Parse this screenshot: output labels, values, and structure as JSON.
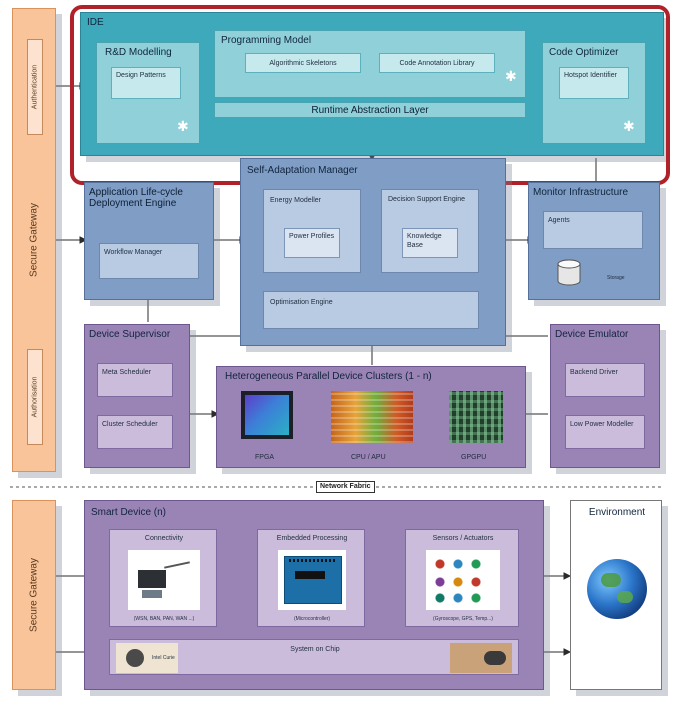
{
  "gateway_top": {
    "label": "Secure Gateway",
    "auth_top": "Authentication",
    "auth_bottom": "Authorisation"
  },
  "gateway_bottom": {
    "label": "Secure Gateway"
  },
  "ide": {
    "title": "IDE",
    "rd": {
      "title": "R&D Modelling",
      "item": "Design Patterns"
    },
    "prog": {
      "title": "Programming Model",
      "item1": "Algorithmic Skeletons",
      "item2": "Code Annotation Library"
    },
    "runtime": "Runtime Abstraction Layer",
    "optimizer": {
      "title": "Code Optimizer",
      "item": "Hotspot Identifier"
    }
  },
  "alde": {
    "title": "Application Life-cycle Deployment Engine",
    "item": "Workflow Manager"
  },
  "sam": {
    "title": "Self-Adaptation Manager",
    "energy": {
      "title": "Energy Modeller",
      "item": "Power Profiles"
    },
    "dss": {
      "title": "Decision Support Engine",
      "item": "Knowledge Base"
    },
    "opt": "Optimisation Engine"
  },
  "monitor": {
    "title": "Monitor Infrastructure",
    "agents": "Agents",
    "storage": "Storage"
  },
  "supervisor": {
    "title": "Device Supervisor",
    "meta": "Meta Scheduler",
    "cluster": "Cluster Scheduler"
  },
  "clusters": {
    "title": "Heterogeneous Parallel Device Clusters (1 - n)",
    "fpga": "FPGA",
    "cpu": "CPU / APU",
    "gpgpu": "GPGPU"
  },
  "emulator": {
    "title": "Device Emulator",
    "driver": "Backend Driver",
    "lowpower": "Low Power Modeller"
  },
  "network": "Network Fabric",
  "smart": {
    "title": "Smart Device (n)",
    "conn": {
      "title": "Connectivity",
      "caption": "(WSN, BAN, PAN, WAN ...)"
    },
    "embedded": {
      "title": "Embedded Processing",
      "caption": "(Microcontroller)"
    },
    "sensors": {
      "title": "Sensors / Actuators",
      "caption": "(Gyroscope, GPS, Temp...)"
    },
    "soc": {
      "title": "System on Chip",
      "intel": "Intel Curie"
    }
  },
  "environment": {
    "title": "Environment"
  }
}
